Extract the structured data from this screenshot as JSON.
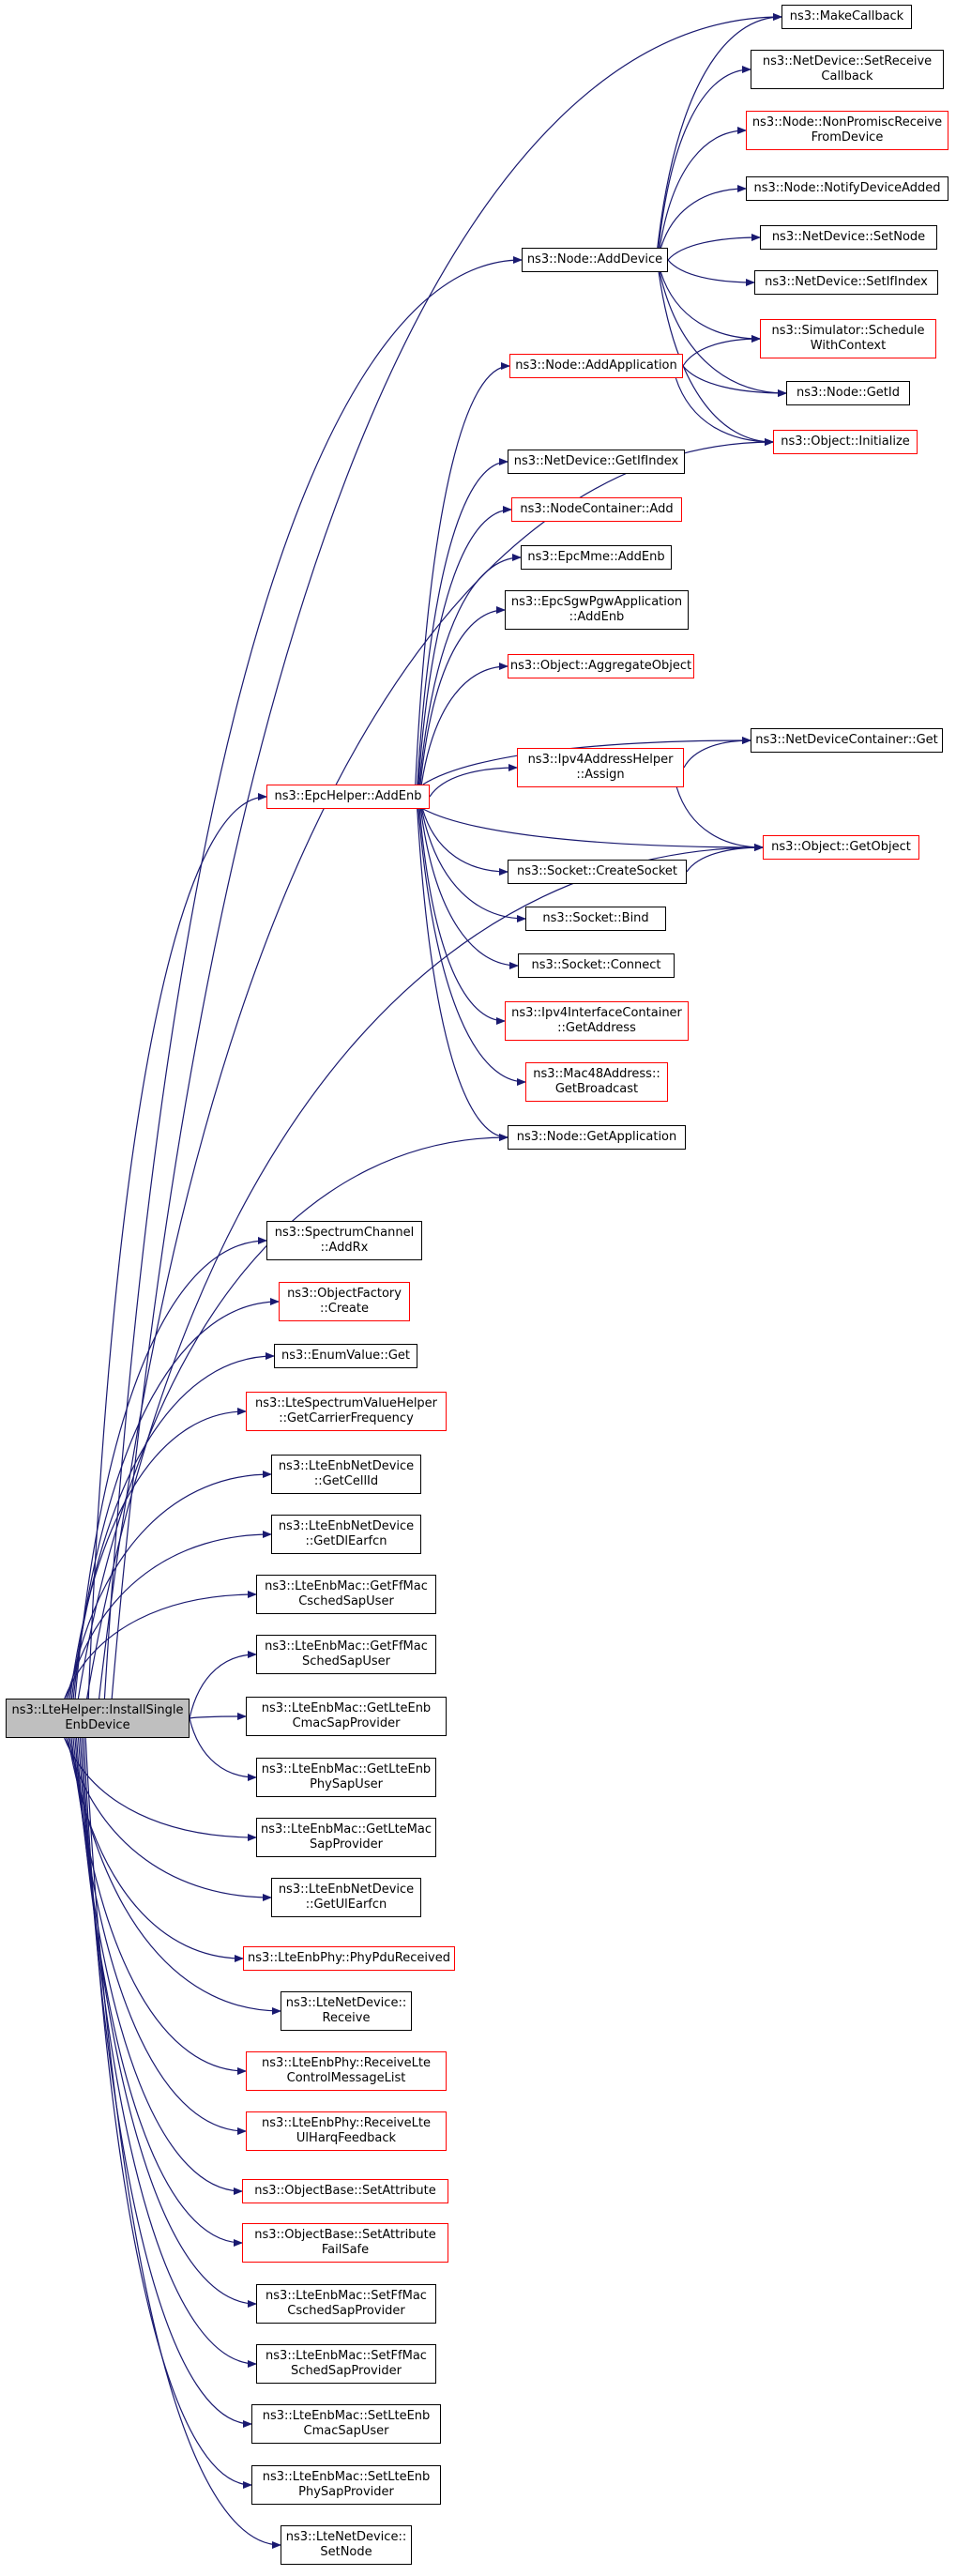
{
  "colors": {
    "edge": "#191970",
    "box_border": "#000000",
    "incomplete_border": "#ff0000",
    "root_fill": "#bfbfbf",
    "background": "#ffffff"
  },
  "nodes": {
    "n_root": [
      "ns3::LteHelper::InstallSingle",
      "EnbDevice"
    ],
    "n_makecallback": [
      "ns3::MakeCallback"
    ],
    "n_setreceivecallback": [
      "ns3::NetDevice::SetReceive",
      "Callback"
    ],
    "n_nonpromisc": [
      "ns3::Node::NonPromiscReceive",
      "FromDevice"
    ],
    "n_notifydeviceadded": [
      "ns3::Node::NotifyDeviceAdded"
    ],
    "n_adddevice": [
      "ns3::Node::AddDevice"
    ],
    "n_netdevice_setnode": [
      "ns3::NetDevice::SetNode"
    ],
    "n_setifindex": [
      "ns3::NetDevice::SetIfIndex"
    ],
    "n_schedulewithcontext": [
      "ns3::Simulator::Schedule",
      "WithContext"
    ],
    "n_addapplication": [
      "ns3::Node::AddApplication"
    ],
    "n_getid": [
      "ns3::Node::GetId"
    ],
    "n_initialize": [
      "ns3::Object::Initialize"
    ],
    "n_getifindex": [
      "ns3::NetDevice::GetIfIndex"
    ],
    "n_nodecontainer_add": [
      "ns3::NodeContainer::Add"
    ],
    "n_epcmme_addenb": [
      "ns3::EpcMme::AddEnb"
    ],
    "n_sgwpgw_addenb": [
      "ns3::EpcSgwPgwApplication",
      "::AddEnb"
    ],
    "n_aggregateobject": [
      "ns3::Object::AggregateObject"
    ],
    "n_netdevicecontainer_get": [
      "ns3::NetDeviceContainer::Get"
    ],
    "n_ipv4assign": [
      "ns3::Ipv4AddressHelper",
      "::Assign"
    ],
    "n_epchelper_addenb": [
      "ns3::EpcHelper::AddEnb"
    ],
    "n_getobject": [
      "ns3::Object::GetObject"
    ],
    "n_createsocket": [
      "ns3::Socket::CreateSocket"
    ],
    "n_bind": [
      "ns3::Socket::Bind"
    ],
    "n_connect": [
      "ns3::Socket::Connect"
    ],
    "n_getaddress": [
      "ns3::Ipv4InterfaceContainer",
      "::GetAddress"
    ],
    "n_getbroadcast": [
      "ns3::Mac48Address::",
      "GetBroadcast"
    ],
    "n_getapplication": [
      "ns3::Node::GetApplication"
    ],
    "n_addrx": [
      "ns3::SpectrumChannel",
      "::AddRx"
    ],
    "n_objectfactory_create": [
      "ns3::ObjectFactory",
      "::Create"
    ],
    "n_enumvalue_get": [
      "ns3::EnumValue::Get"
    ],
    "n_getcarrierfreq": [
      "ns3::LteSpectrumValueHelper",
      "::GetCarrierFrequency"
    ],
    "n_getcellid": [
      "ns3::LteEnbNetDevice",
      "::GetCellId"
    ],
    "n_getdlearfcn": [
      "ns3::LteEnbNetDevice",
      "::GetDlEarfcn"
    ],
    "n_getffmaccsched": [
      "ns3::LteEnbMac::GetFfMac",
      "CschedSapUser"
    ],
    "n_getffmacsched": [
      "ns3::LteEnbMac::GetFfMac",
      "SchedSapUser"
    ],
    "n_getlteenbcmac": [
      "ns3::LteEnbMac::GetLteEnb",
      "CmacSapProvider"
    ],
    "n_getlteenbphy": [
      "ns3::LteEnbMac::GetLteEnb",
      "PhySapUser"
    ],
    "n_getltemacsap": [
      "ns3::LteEnbMac::GetLteMac",
      "SapProvider"
    ],
    "n_getulearfcn": [
      "ns3::LteEnbNetDevice",
      "::GetUlEarfcn"
    ],
    "n_phypdureceived": [
      "ns3::LteEnbPhy::PhyPduReceived"
    ],
    "n_ltenetdevice_receive": [
      "ns3::LteNetDevice::",
      "Receive"
    ],
    "n_receivectrlmsg": [
      "ns3::LteEnbPhy::ReceiveLte",
      "ControlMessageList"
    ],
    "n_receiveulharq": [
      "ns3::LteEnbPhy::ReceiveLte",
      "UlHarqFeedback"
    ],
    "n_setattribute": [
      "ns3::ObjectBase::SetAttribute"
    ],
    "n_setattributefailsafe": [
      "ns3::ObjectBase::SetAttribute",
      "FailSafe"
    ],
    "n_setffmaccsched": [
      "ns3::LteEnbMac::SetFfMac",
      "CschedSapProvider"
    ],
    "n_setffmacsched": [
      "ns3::LteEnbMac::SetFfMac",
      "SchedSapProvider"
    ],
    "n_setlteenbcmac": [
      "ns3::LteEnbMac::SetLteEnb",
      "CmacSapUser"
    ],
    "n_setlteenbphy": [
      "ns3::LteEnbMac::SetLteEnb",
      "PhySapProvider"
    ],
    "n_ltenetdevice_setnode": [
      "ns3::LteNetDevice::",
      "SetNode"
    ]
  }
}
